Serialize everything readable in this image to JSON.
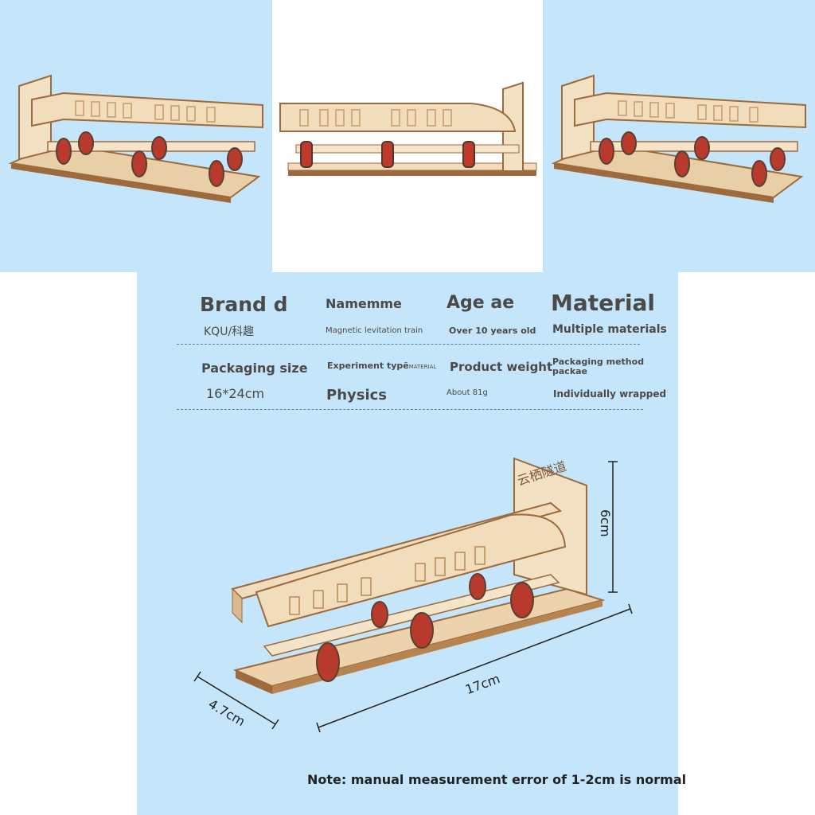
{
  "specs": {
    "brand_label": "Brand d",
    "brand_value": "KQU/科趣",
    "name_label": "Namemme",
    "name_value": "Magnetic levitation train",
    "age_label": "Age ae",
    "age_value": "Over 10 years old",
    "material_label": "Material",
    "material_value": "Multiple materials",
    "packaging_size_label": "Packaging size",
    "packaging_size_value": "16*24cm",
    "experiment_type_label": "Experiment typẽ",
    "experiment_type_small": "MATERIAL",
    "experiment_type_value": "Physics",
    "weight_label": "Product weight",
    "weight_value": "About 81g",
    "packaging_method_label": "Packaging method",
    "packaging_method_label2": "packae",
    "packaging_method_value": "Individually wrapped"
  },
  "dimensions": {
    "height": "6cm",
    "length": "17cm",
    "depth": "4.7cm"
  },
  "model_sign": "云栖隧道",
  "note": "Note: manual measurement error of 1-2cm is normal",
  "colors": {
    "panel_blue": "#c5e6fa",
    "wood": "#f1dcbc",
    "wood_edge": "#9c6a3c",
    "magnet_red": "#b83a2c"
  }
}
